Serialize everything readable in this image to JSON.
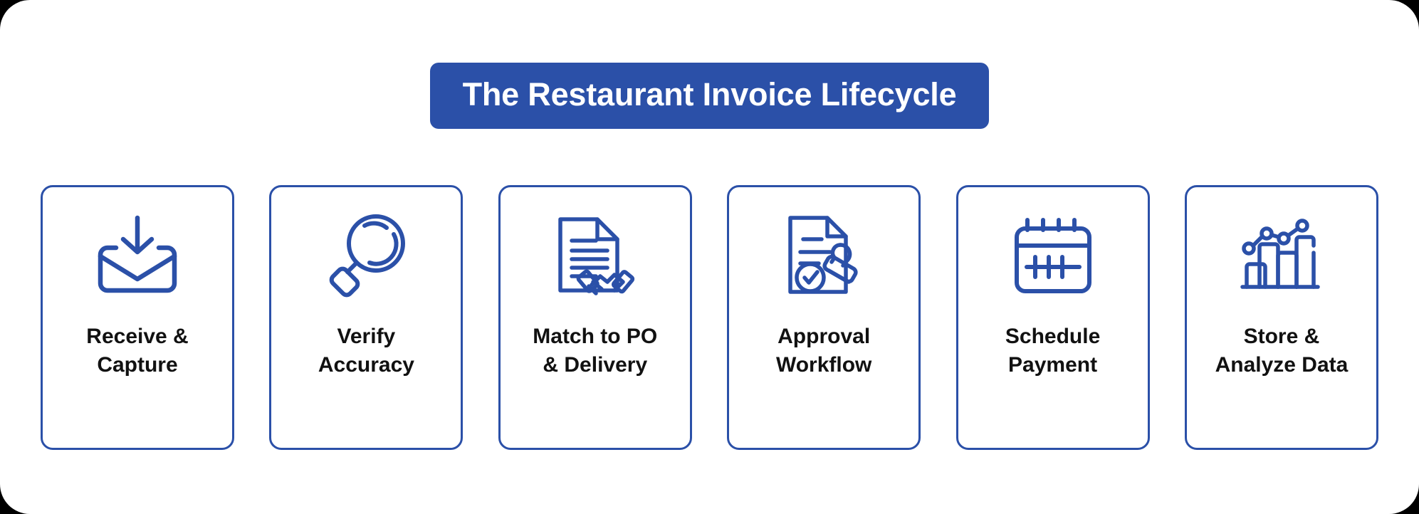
{
  "theme": {
    "brand_blue": "#2B50A8",
    "card_border": "#2B50A8",
    "page_background": "#FFFFFF",
    "label_color": "#111111",
    "banner_text_color": "#FFFFFF"
  },
  "banner": {
    "title": "The Restaurant Invoice Lifecycle"
  },
  "steps": [
    {
      "index": 1,
      "icon": "envelope-download-icon",
      "label": "Receive &\nCapture",
      "label_line1": "Receive &",
      "label_line2": "Capture"
    },
    {
      "index": 2,
      "icon": "magnifying-glass-icon",
      "label": "Verify\nAccuracy",
      "label_line1": "Verify",
      "label_line2": "Accuracy"
    },
    {
      "index": 3,
      "icon": "document-handshake-icon",
      "label": "Match to PO\n& Delivery",
      "label_line1": "Match to PO",
      "label_line2": "& Delivery"
    },
    {
      "index": 4,
      "icon": "document-stamp-approved-icon",
      "label": "Approval\nWorkflow",
      "label_line1": "Approval",
      "label_line2": "Workflow"
    },
    {
      "index": 5,
      "icon": "calendar-icon",
      "label": "Schedule\nPayment",
      "label_line1": "Schedule",
      "label_line2": "Payment"
    },
    {
      "index": 6,
      "icon": "bar-chart-analytics-icon",
      "label": "Store &\nAnalyze Data",
      "label_line1": "Store &",
      "label_line2": "Analyze Data"
    }
  ]
}
